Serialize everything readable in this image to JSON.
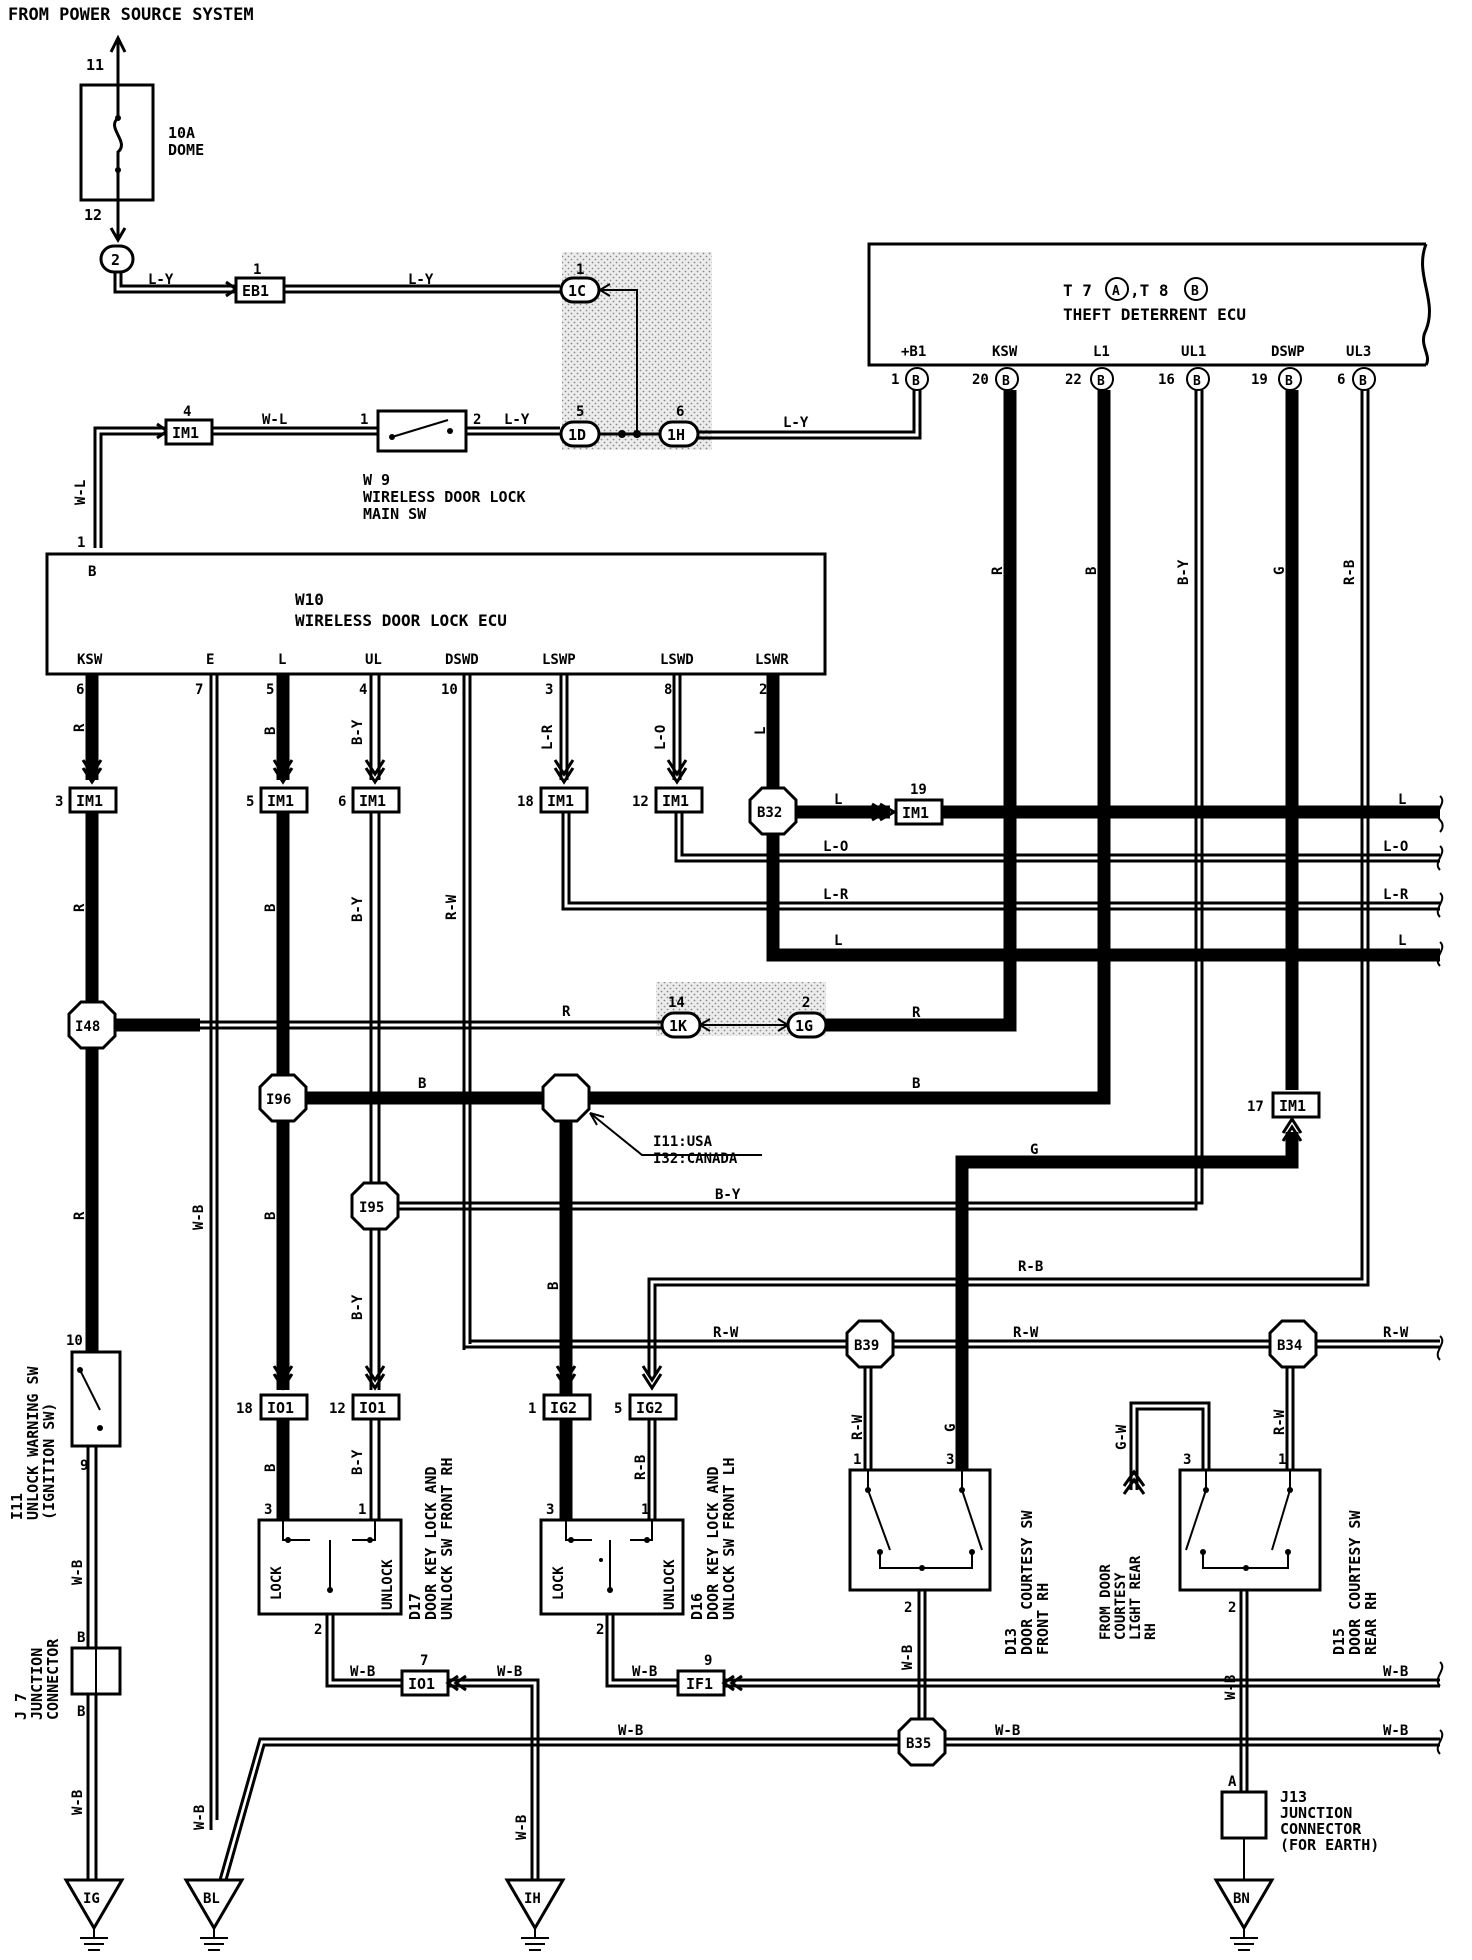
{
  "header": "FROM POWER SOURCE SYSTEM",
  "fuse": {
    "amp": "10A",
    "name": "DOME",
    "pin_in": "11",
    "pin_out": "12"
  },
  "connectors": {
    "c2": "2",
    "EB1": "EB1",
    "EB1_pin": "1",
    "IM1": "IM1",
    "IO1": "IO1",
    "IG2": "IG2",
    "IF1": "IF1",
    "c1C": "1C",
    "c1C_pin": "1",
    "c1D": "1D",
    "c1D_pin": "5",
    "c1H": "1H",
    "c1H_pin": "6",
    "c1K": "1K",
    "c1K_pin": "14",
    "c1G": "1G",
    "c1G_pin": "2"
  },
  "splices": {
    "B32": "B32",
    "I48": "I48",
    "I96": "I96",
    "I95": "I95",
    "B39": "B39",
    "B34": "B34",
    "B35": "B35"
  },
  "splice_note": {
    "l1": "I11:USA",
    "l2": "I32:CANADA"
  },
  "theft_ecu": {
    "title1": "T 7",
    "cA": "A",
    "comma": ",T 8",
    "cB": "B",
    "name": "THEFT DETERRENT ECU",
    "pins": [
      {
        "label": "+B1",
        "num": "1"
      },
      {
        "label": "KSW",
        "num": "20"
      },
      {
        "label": "L1",
        "num": "22"
      },
      {
        "label": "UL1",
        "num": "16"
      },
      {
        "label": "DSWP",
        "num": "19"
      },
      {
        "label": "UL3",
        "num": "6"
      }
    ],
    "pin_conn": "B"
  },
  "w9": {
    "id": "W 9",
    "name1": "WIRELESS DOOR LOCK",
    "name2": "MAIN SW",
    "p1": "1",
    "p2": "2"
  },
  "w10": {
    "id": "W10",
    "name": "WIRELESS DOOR LOCK ECU",
    "b_label": "B",
    "b_pin": "1",
    "pins": [
      {
        "label": "KSW",
        "num": "6"
      },
      {
        "label": "E",
        "num": "7"
      },
      {
        "label": "L",
        "num": "5"
      },
      {
        "label": "UL",
        "num": "4"
      },
      {
        "label": "DSWD",
        "num": "10"
      },
      {
        "label": "LSWP",
        "num": "3"
      },
      {
        "label": "LSWD",
        "num": "8"
      },
      {
        "label": "LSWR",
        "num": "2"
      }
    ]
  },
  "im1_pins": {
    "top": "4",
    "ksw": "3",
    "l": "5",
    "ul": "6",
    "lswp": "18",
    "lswd": "12",
    "b32": "19",
    "dswp": "17"
  },
  "io1_pins": {
    "lock": "18",
    "unlock": "12",
    "earth": "7"
  },
  "ig2_pins": {
    "lock": "1",
    "unlock": "5"
  },
  "if1_pin": "9",
  "wire_colors": {
    "LY": "L-Y",
    "WL": "W-L",
    "R": "R",
    "B": "B",
    "BY": "B-Y",
    "G": "G",
    "RB": "R-B",
    "RW": "R-W",
    "LR": "L-R",
    "LO": "L-O",
    "L": "L",
    "WB": "W-B",
    "GW": "G-W"
  },
  "i11": {
    "id": "I11",
    "name1": "UNLOCK WARNING SW",
    "name2": "(IGNITION SW)",
    "p10": "10",
    "p9": "9"
  },
  "j7": {
    "id": "J 7",
    "name1": "JUNCTION",
    "name2": "CONNECTOR",
    "b1": "B",
    "b2": "B"
  },
  "d17": {
    "id": "D17",
    "name1": "DOOR KEY LOCK AND",
    "name2": "UNLOCK SW FRONT RH",
    "lock": "LOCK",
    "unlock": "UNLOCK",
    "p3": "3",
    "p1": "1",
    "p2": "2"
  },
  "d16": {
    "id": "D16",
    "name1": "DOOR KEY LOCK AND",
    "name2": "UNLOCK SW FRONT LH",
    "lock": "LOCK",
    "unlock": "UNLOCK",
    "p3": "3",
    "p1": "1",
    "p2": "2"
  },
  "d13": {
    "id": "D13",
    "name1": "DOOR COURTESY SW",
    "name2": "FRONT RH",
    "p1": "1",
    "p3": "3",
    "p2": "2"
  },
  "d15": {
    "id": "D15",
    "name1": "DOOR COURTESY SW",
    "name2": "REAR RH",
    "p3": "3",
    "p1": "1",
    "p2": "2"
  },
  "from_courtesy": {
    "l1": "FROM DOOR",
    "l2": "COURTESY",
    "l3": "LIGHT REAR",
    "l4": "RH"
  },
  "j13": {
    "id": "J13",
    "name1": "JUNCTION",
    "name2": "CONNECTOR",
    "name3": "(FOR EARTH)",
    "pin": "A"
  },
  "grounds": {
    "IG": "IG",
    "BL": "BL",
    "IH": "IH",
    "BN": "BN"
  }
}
